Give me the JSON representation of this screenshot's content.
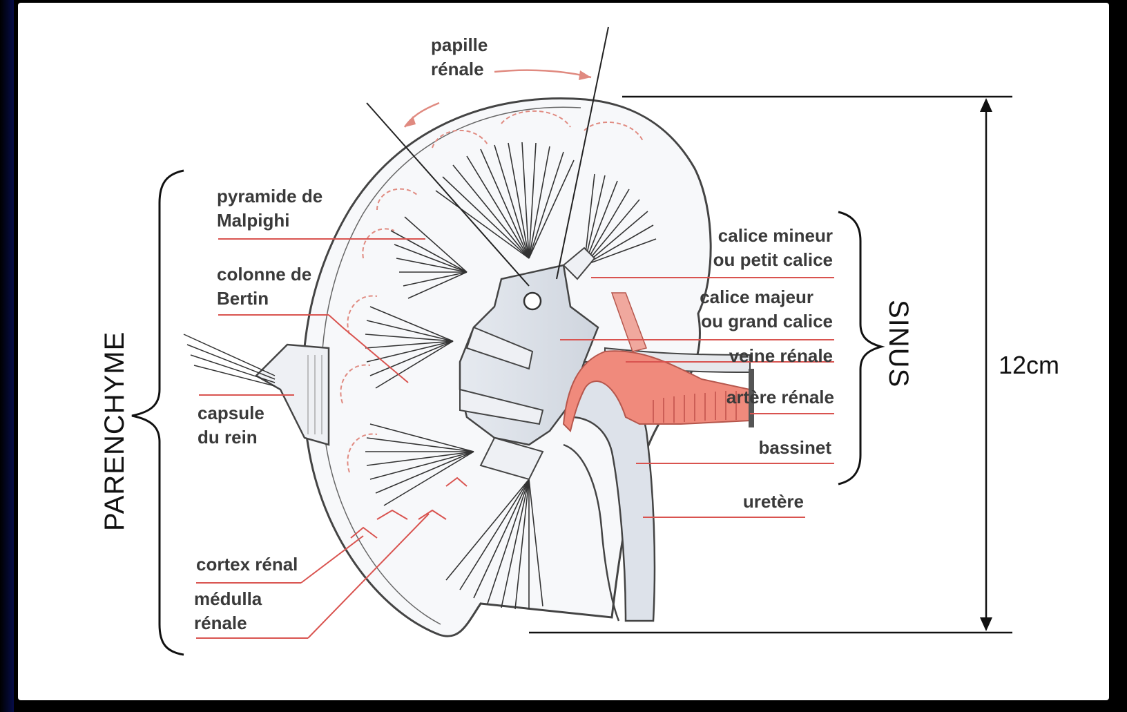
{
  "labels": {
    "papille_1": "papille",
    "papille_2": "rénale",
    "pyramide_1": "pyramide de",
    "pyramide_2": "Malpighi",
    "colonne_1": "colonne de",
    "colonne_2": "Bertin",
    "capsule_1": "capsule",
    "capsule_2": "du rein",
    "cortex": "cortex rénal",
    "medulla_1": "médulla",
    "medulla_2": "rénale",
    "calice_mineur_1": "calice mineur",
    "calice_mineur_2": "ou petit calice",
    "calice_majeur_1": "calice majeur",
    "calice_majeur_2": "ou grand calice",
    "veine": "veine rénale",
    "artere": "artère rénale",
    "bassinet": "bassinet",
    "uretere": "uretère"
  },
  "groups": {
    "parenchyme": "PARENCHYME",
    "sinus": "SINUS"
  },
  "dimension": {
    "height_label": "12cm"
  },
  "colors": {
    "background": "#000000",
    "panel": "#ffffff",
    "leader_line": "#d9534f",
    "artery": "#f08a7c",
    "label_text": "#3a3a3a"
  }
}
